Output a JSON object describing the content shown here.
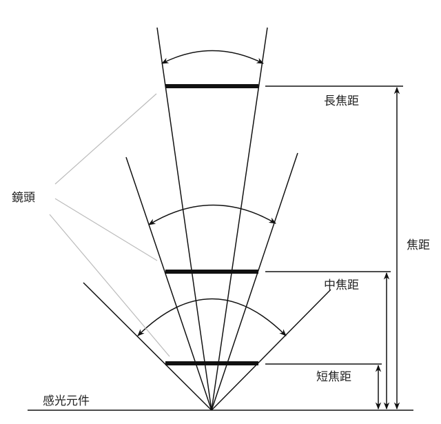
{
  "labels": {
    "long_focal": "長焦距",
    "medium_focal": "中焦距",
    "short_focal": "短焦距",
    "focal_length": "焦距",
    "lens": "鏡頭",
    "sensor": "感光元件"
  },
  "colors": {
    "line": "#111111",
    "pointer": "#bbbbbb"
  }
}
